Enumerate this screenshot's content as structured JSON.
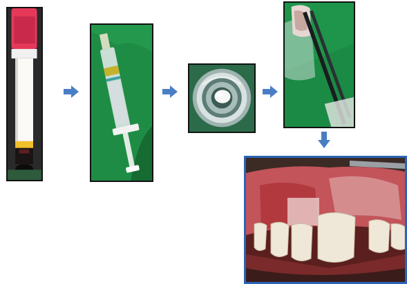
{
  "figure": {
    "panels": [
      {
        "name": "blood-collection-tube"
      },
      {
        "name": "syringe-with-concentrate"
      },
      {
        "name": "medicament-cup-top-view"
      },
      {
        "name": "membrane-in-tweezers"
      },
      {
        "name": "intraoral-graft-placement"
      }
    ],
    "colors": {
      "arrow": "#4a7ec4",
      "final_frame": "#2a63b8",
      "surgical_drape": "#1f8c45",
      "tube_cap": "#e63a5a"
    }
  }
}
